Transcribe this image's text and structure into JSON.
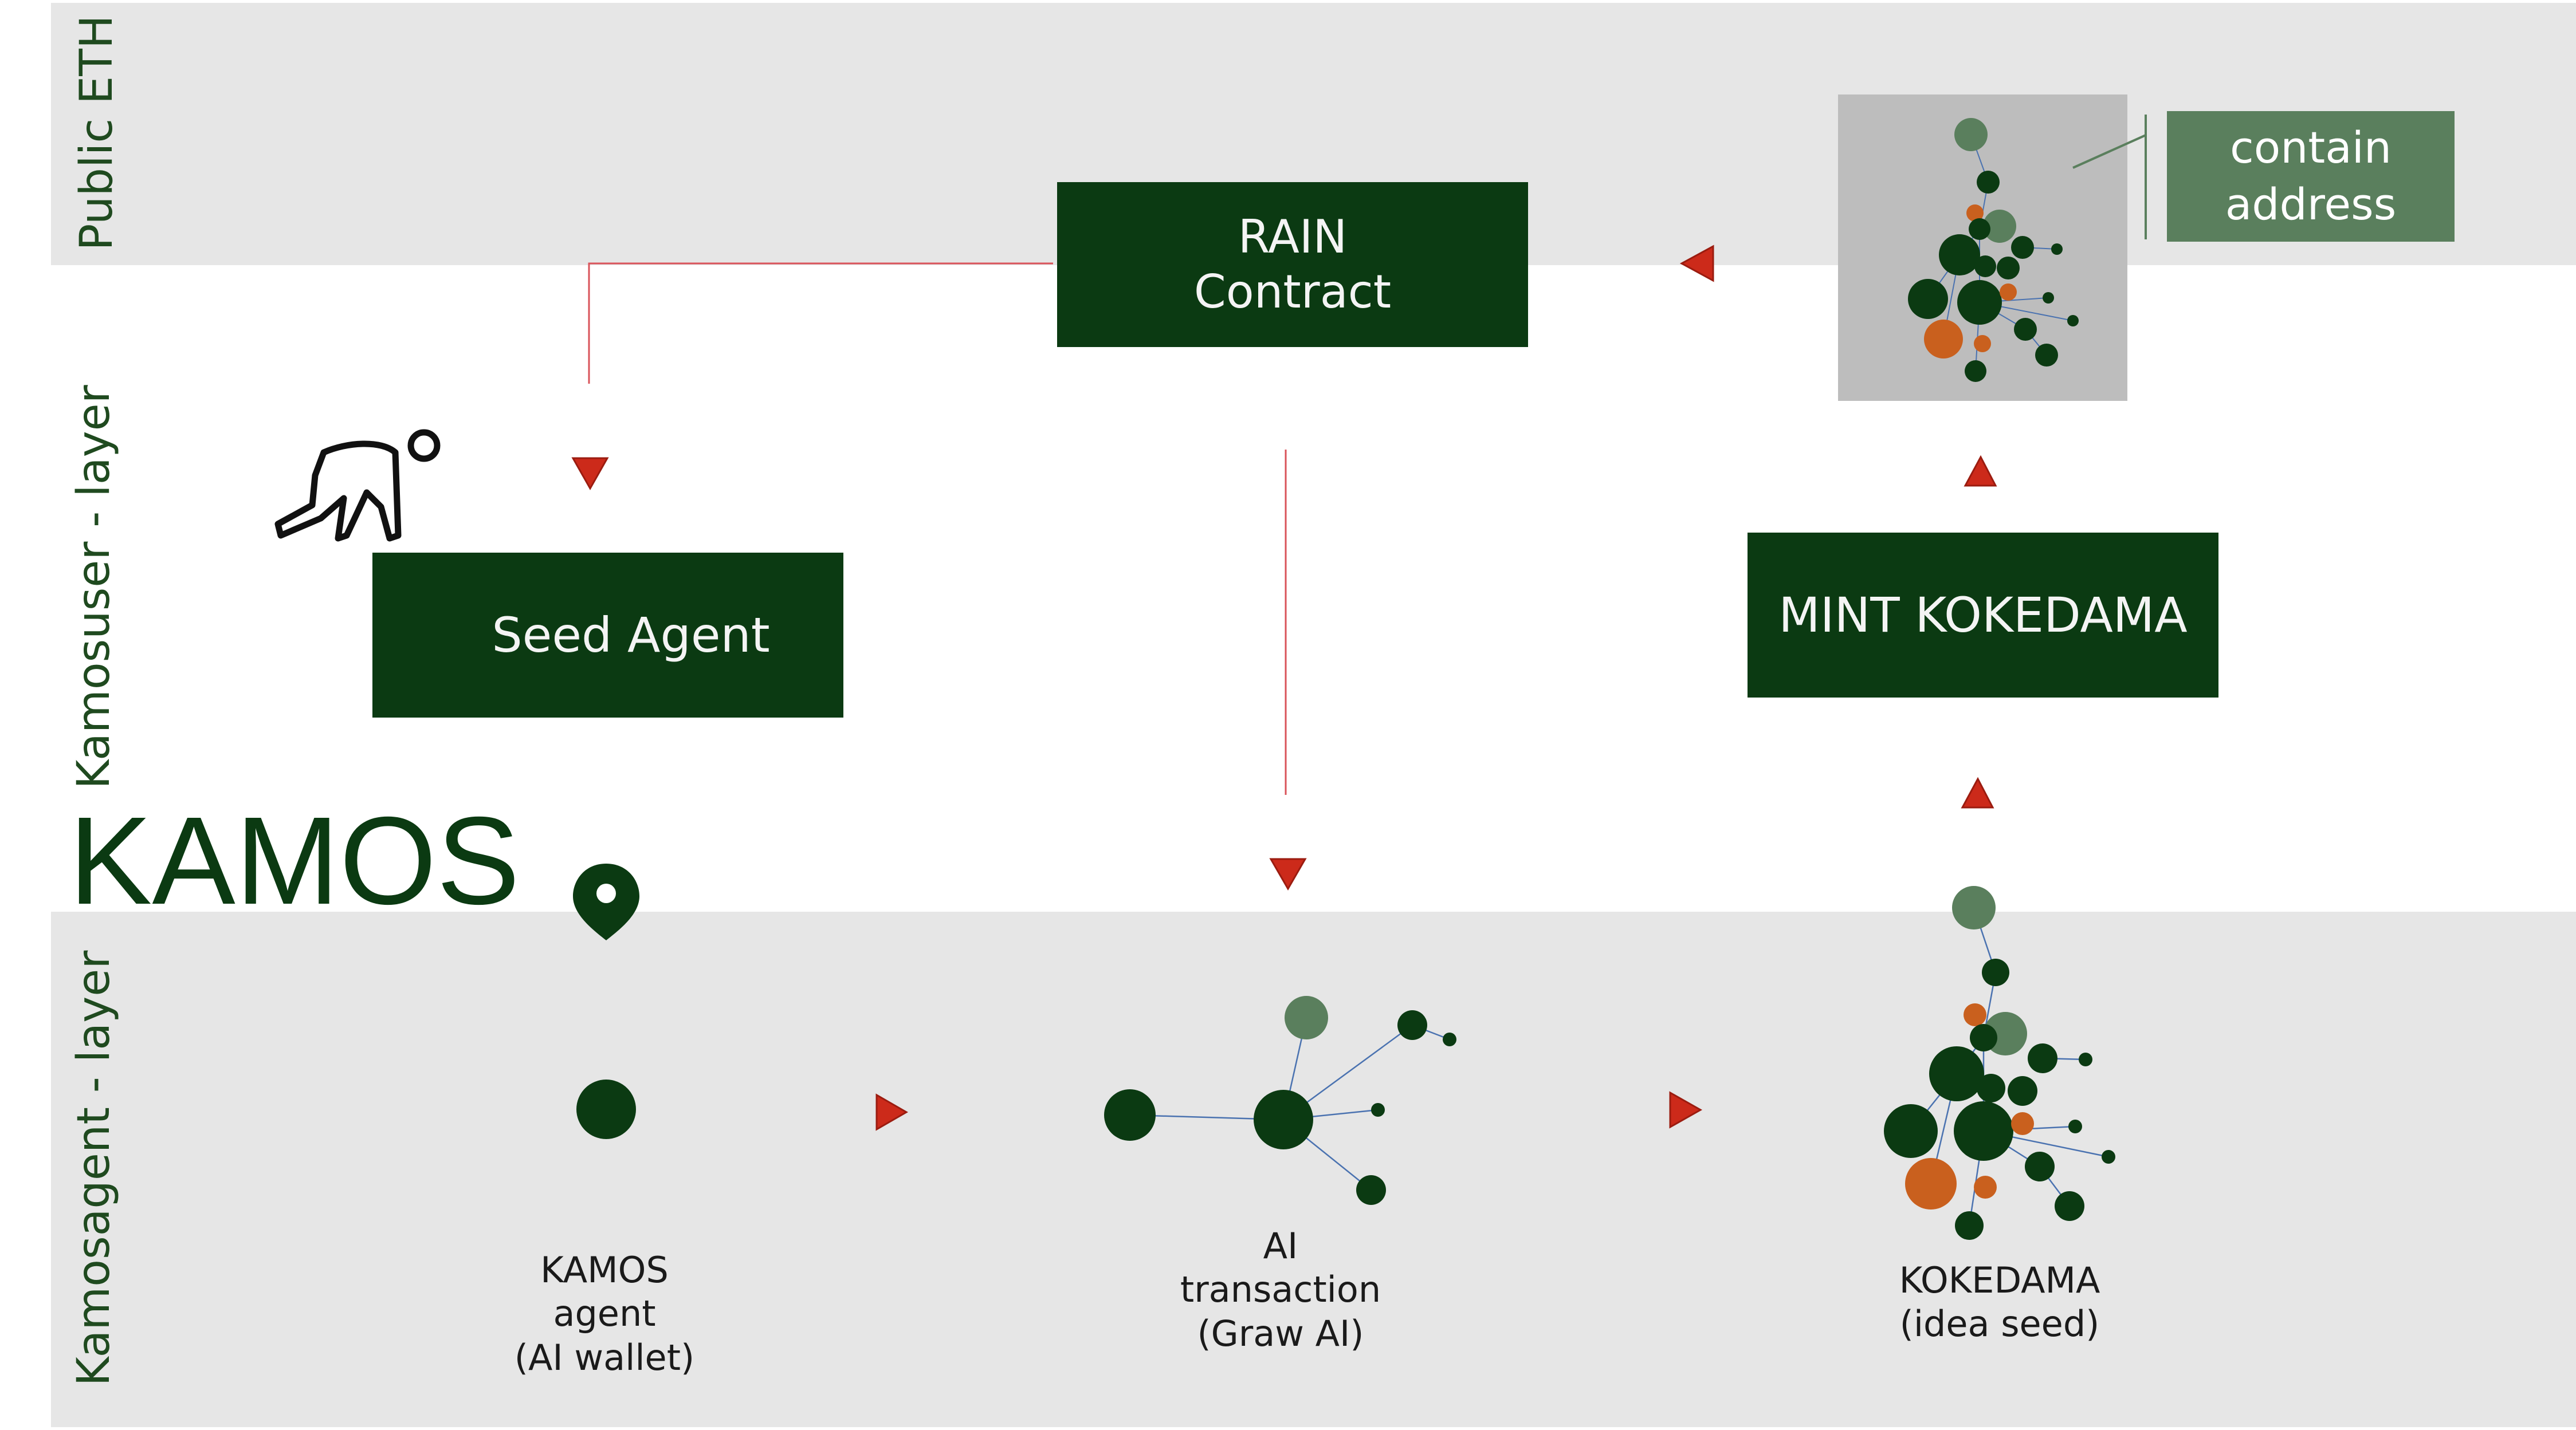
{
  "lanes": {
    "public": "Public\nETH",
    "kamosuser": "Kamosuser - layer",
    "kamosagent": "Kamosagent - layer"
  },
  "brand": "KAMOS",
  "boxes": {
    "rain": "RAIN\nContract",
    "seed_agent": "Seed Agent",
    "mint": "MINT KOKEDAMA"
  },
  "note": {
    "contain_address": "contain\naddress"
  },
  "captions": {
    "kamos_agent": "KAMOS\nagent\n(AI wallet)",
    "ai_transaction": "AI\ntransaction\n(Graw AI)",
    "kokedama": "KOKEDAMA\n(idea seed)"
  },
  "colors": {
    "dark_green": "#0b3a12",
    "mid_green": "#5a7f5d",
    "orange": "#c9601e",
    "arrow_red": "#cc2a1a",
    "line_red": "#d9535a",
    "band_gray": "#e6e6e6"
  },
  "icons": {
    "person": "crawling-person-icon",
    "pin": "location-pin-icon"
  }
}
